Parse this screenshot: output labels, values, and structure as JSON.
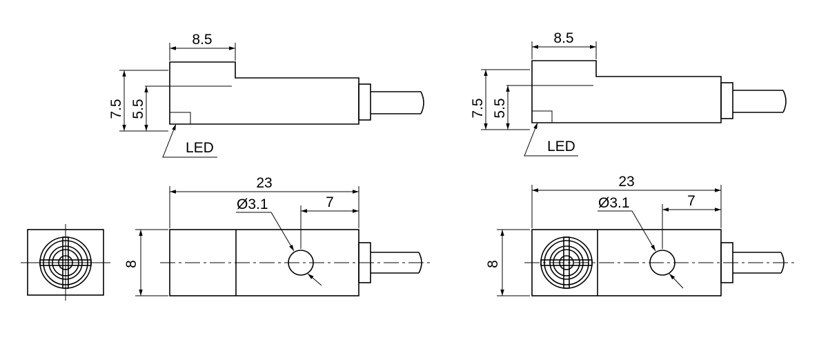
{
  "colors": {
    "line": "#000000",
    "background": "#ffffff"
  },
  "labels": {
    "width_top": "8.5",
    "height_total": "7.5",
    "height_partial": "5.5",
    "led": "LED",
    "length": "23",
    "hole_diameter": "Ø3.1",
    "hole_offset": "7",
    "width_bottom": "8"
  }
}
